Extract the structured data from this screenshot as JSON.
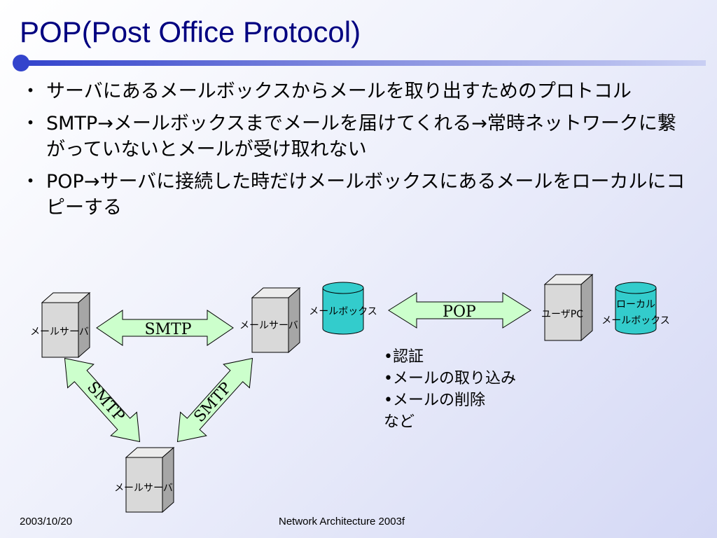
{
  "slide": {
    "title": "POP(Post Office Protocol)",
    "bullets": [
      "サーバにあるメールボックスからメールを取り出すためのプロトコル",
      "SMTP→メールボックスまでメールを届けてくれる→常時ネットワークに繋がっていないとメールが受け取れない",
      "POP→サーバに接続した時だけメールボックスにあるメールをローカルにコピーする"
    ],
    "bullet_marker": "・"
  },
  "diagram": {
    "server_left": "メールサーバ",
    "server_top": "メールサーバ",
    "server_bottom": "メールサーバ",
    "smtp_horizontal": "SMTP",
    "smtp_left_diag": "SMTP",
    "smtp_right_diag": "SMTP",
    "mailbox": "メールボックス",
    "pop_arrow": "POP",
    "user_pc": "ユーザPC",
    "local_mailbox_line1": "ローカル",
    "local_mailbox_line2": "メールボックス",
    "colors": {
      "server_front": "#d9d9d9",
      "server_side": "#a6a6a6",
      "cylinder": "#33cccc",
      "arrow_fill": "#ccffcc",
      "accent": "#000080"
    }
  },
  "notes": {
    "items": [
      "•認証",
      "•メールの取り込み",
      "•メールの削除"
    ],
    "trailer": "など"
  },
  "footer": {
    "date": "2003/10/20",
    "center": "Network Architecture 2003f"
  }
}
